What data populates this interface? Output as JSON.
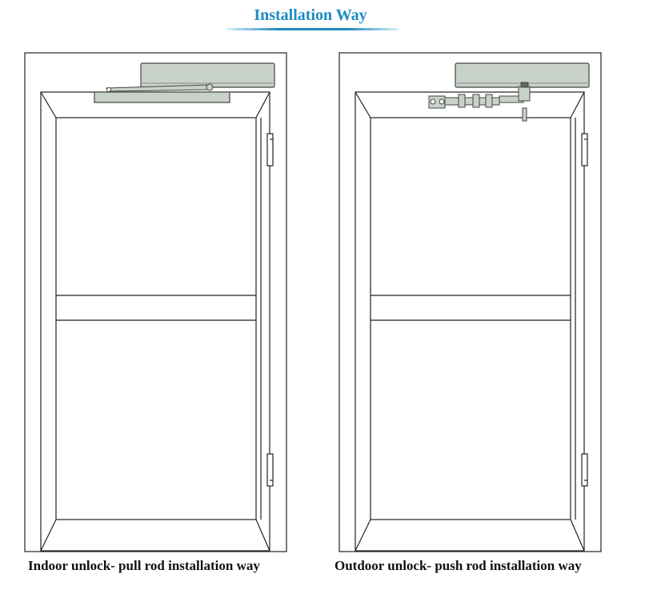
{
  "header": {
    "title": "Installation Way"
  },
  "diagrams": [
    {
      "caption": "Indoor unlock- pull rod installation way",
      "rod_type": "pull-rod"
    },
    {
      "caption": "Outdoor unlock- push rod installation way",
      "rod_type": "push-rod"
    }
  ],
  "colors": {
    "title": "#1e8bc3",
    "line": "#222222",
    "closer_fill": "#c9d2c9",
    "closer_stroke": "#444444"
  }
}
